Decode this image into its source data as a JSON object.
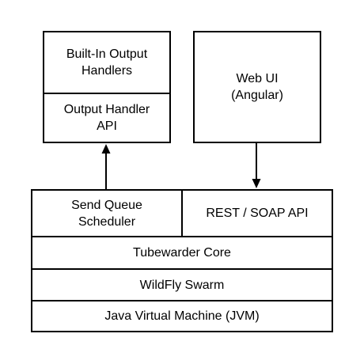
{
  "boxes": {
    "built_in_output_handlers": "Built-In Output\nHandlers",
    "output_handler_api": "Output Handler\nAPI",
    "web_ui": "Web UI\n(Angular)",
    "send_queue_scheduler": "Send Queue\nScheduler",
    "rest_soap_api": "REST / SOAP API",
    "tubewarder_core": "Tubewarder Core",
    "wildfly_swarm": "WildFly Swarm",
    "jvm": "Java Virtual Machine (JVM)"
  }
}
